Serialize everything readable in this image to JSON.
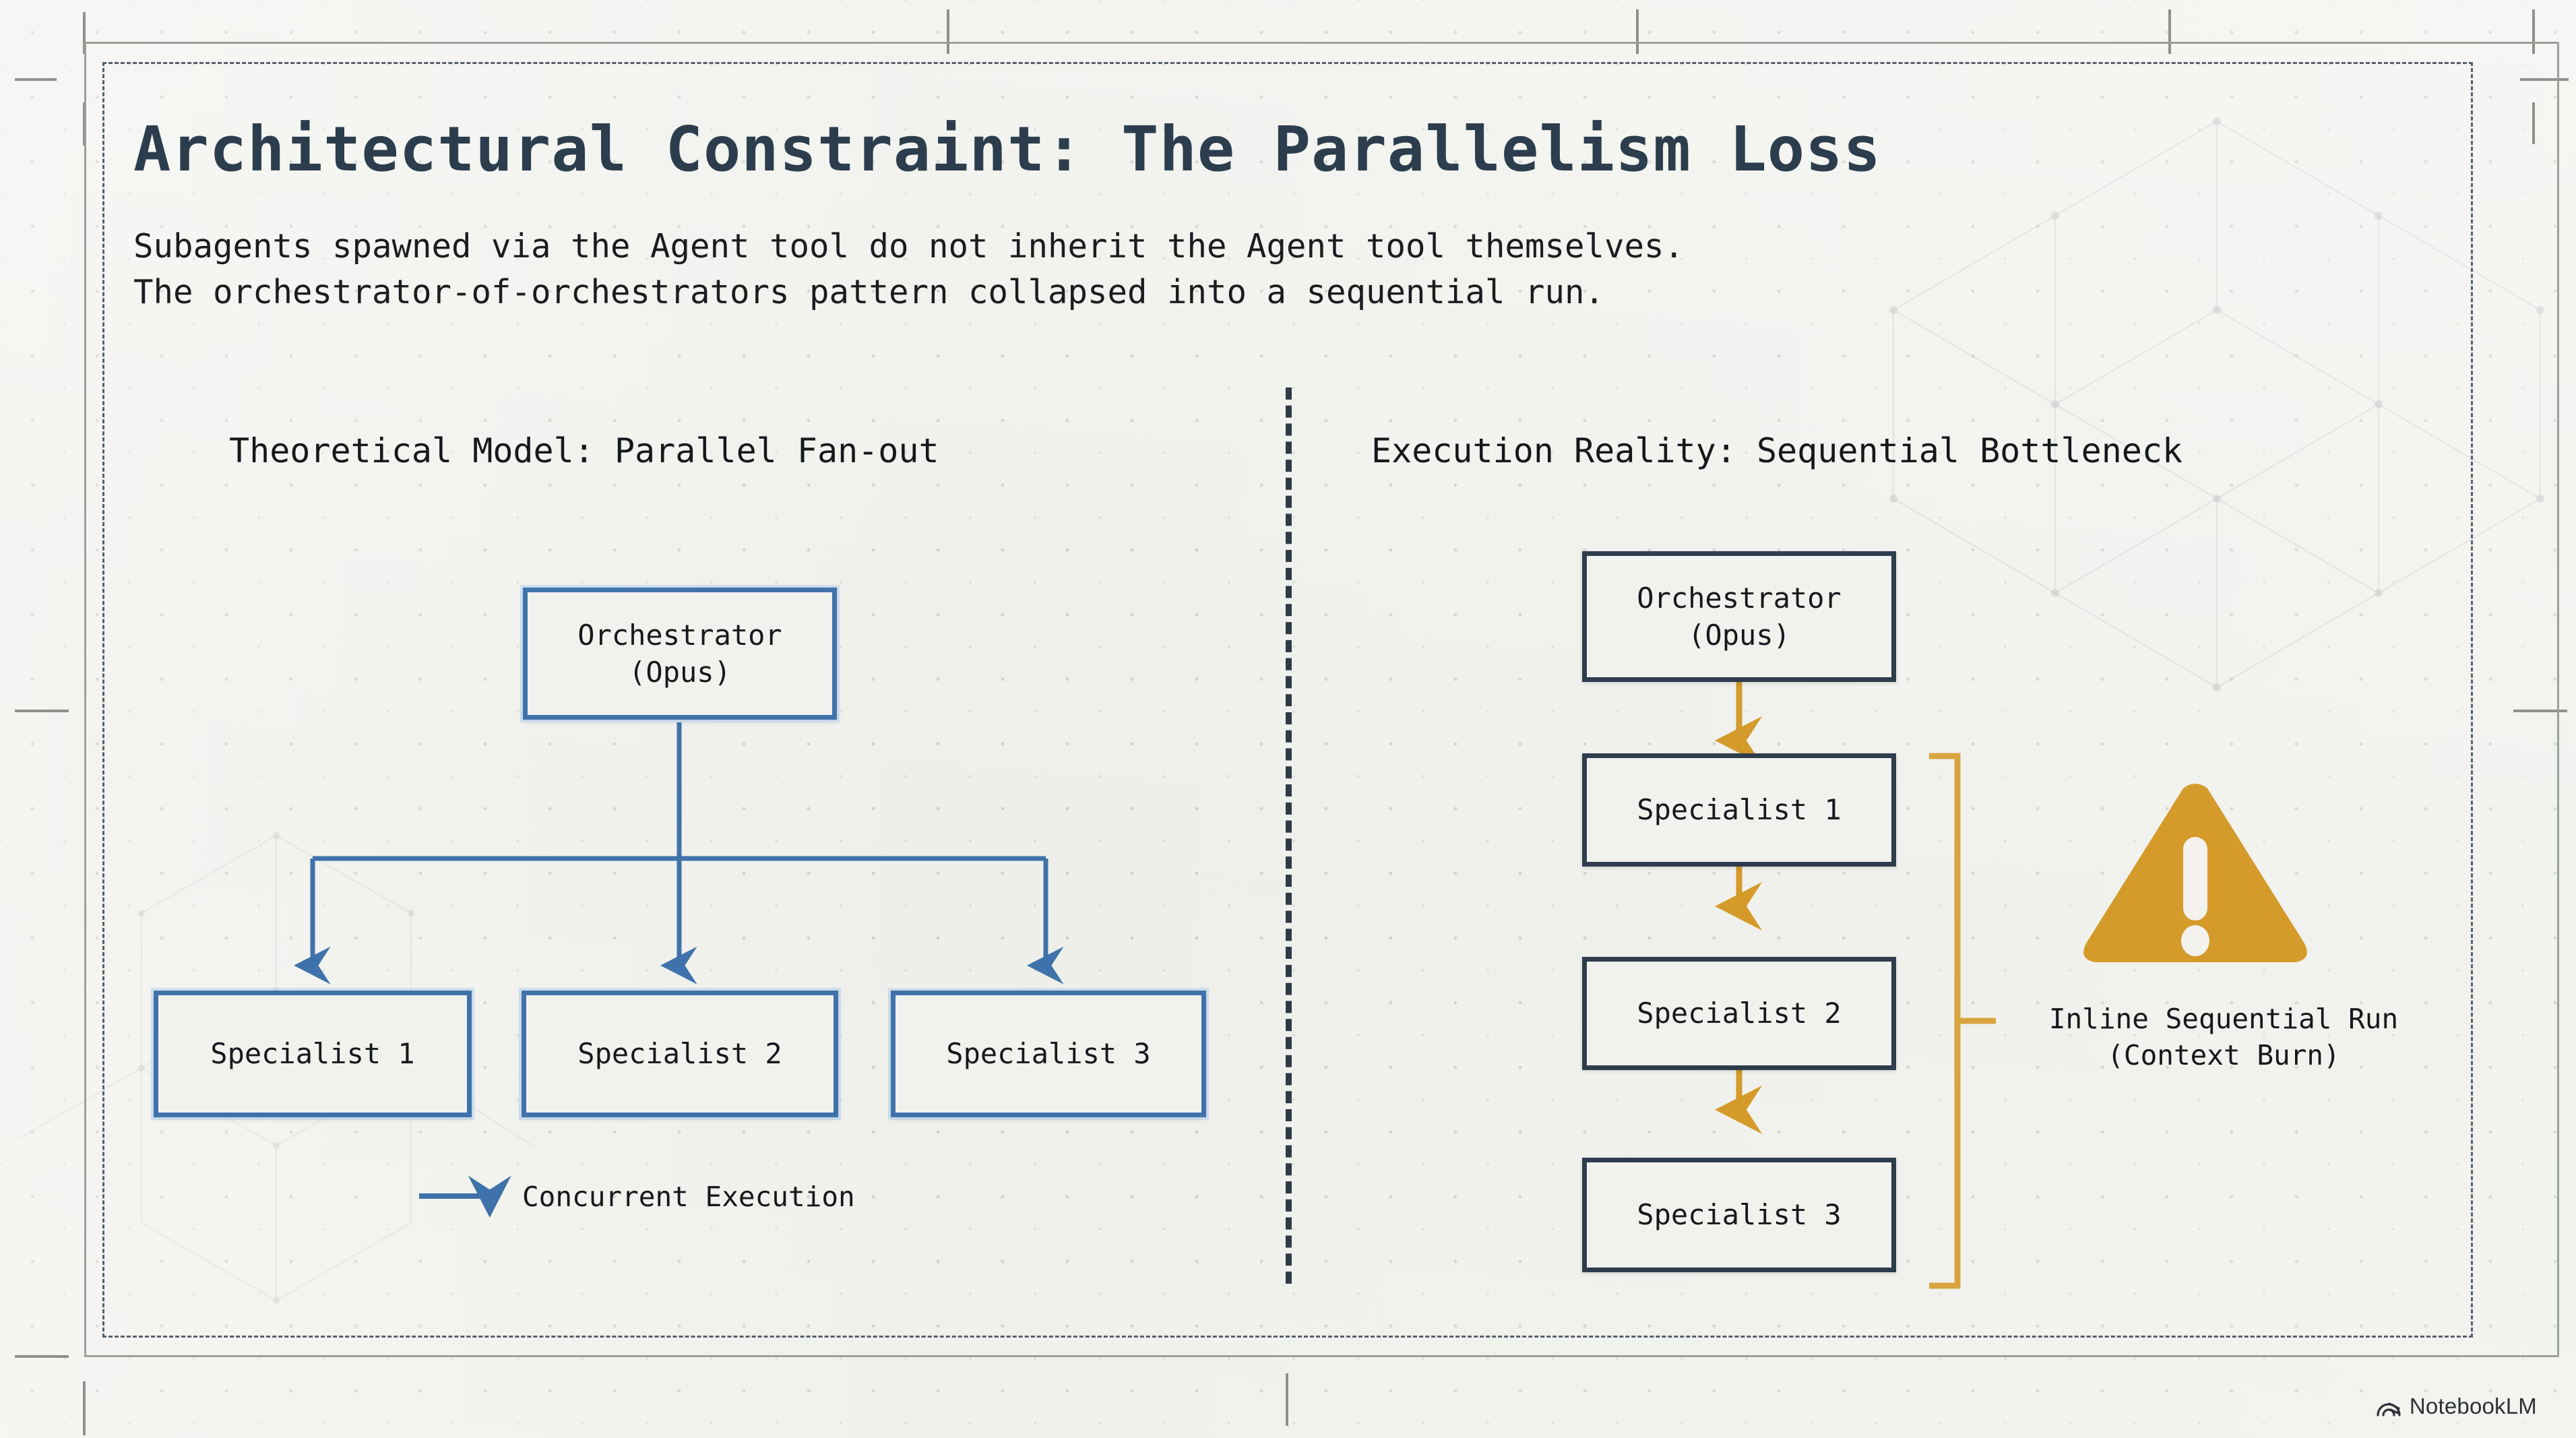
{
  "slide": {
    "title": "Architectural Constraint: The Parallelism Loss",
    "subtitle": "Subagents spawned via the Agent tool do not inherit the Agent tool themselves.\nThe orchestrator-of-orchestrators pattern collapsed into a sequential run."
  },
  "colors": {
    "background": "#eff0eb",
    "title": "#2c3d4d",
    "body_text": "#15181b",
    "blue_accent": "#3f72ab",
    "navy_accent": "#2e3d4c",
    "amber_accent": "#d49a2a",
    "frame_gray": "#9aa09a"
  },
  "panels": {
    "left": {
      "heading": "Theoretical Model: Parallel Fan-out",
      "root": {
        "label": "Orchestrator\n(Opus)"
      },
      "children": [
        {
          "label": "Specialist 1"
        },
        {
          "label": "Specialist 2"
        },
        {
          "label": "Specialist 3"
        }
      ],
      "legend": {
        "label": "Concurrent Execution",
        "icon": "arrow-right-icon"
      }
    },
    "right": {
      "heading": "Execution Reality: Sequential Bottleneck",
      "chain": [
        {
          "label": "Orchestrator\n(Opus)"
        },
        {
          "label": "Specialist 1"
        },
        {
          "label": "Specialist 2"
        },
        {
          "label": "Specialist 3"
        }
      ],
      "bracket_label": "Inline Sequential Run\n(Context Burn)",
      "warning_icon": "warning-triangle-icon"
    }
  },
  "watermark": {
    "label": "NotebookLM",
    "icon": "notebooklm-logo-icon"
  }
}
